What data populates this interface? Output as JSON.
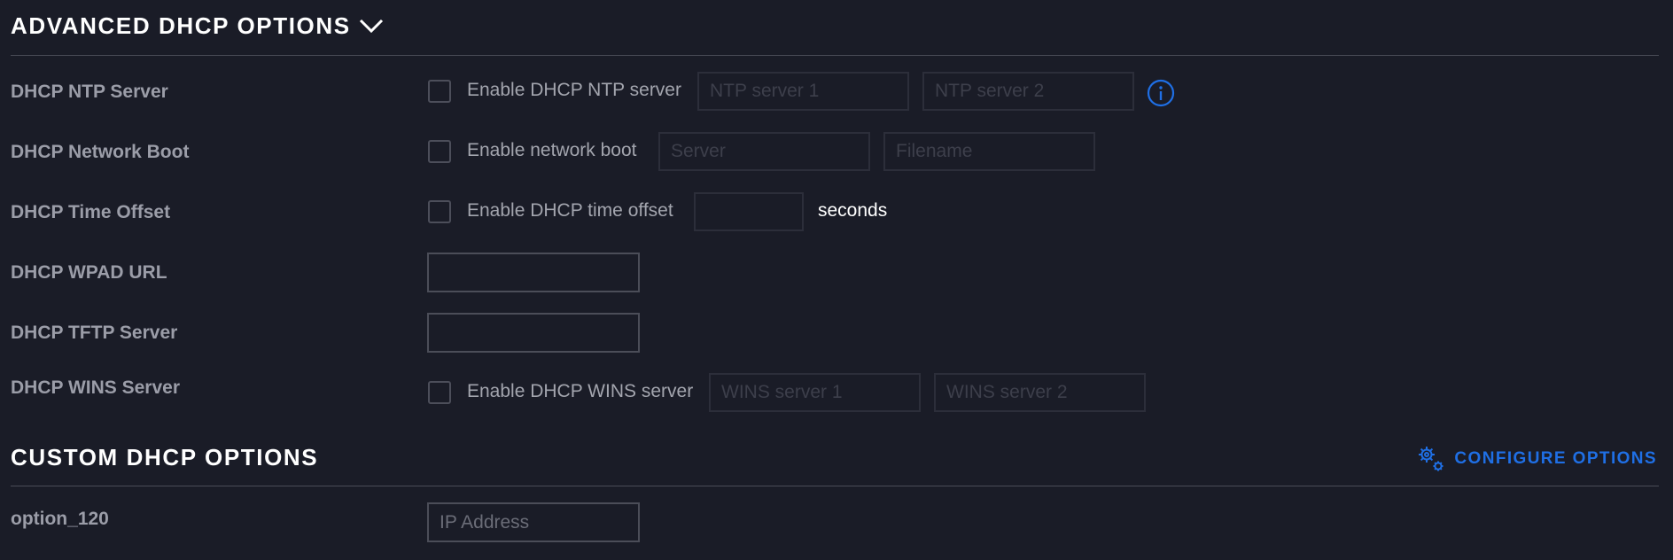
{
  "advanced": {
    "title": "ADVANCED DHCP OPTIONS",
    "rows": {
      "ntp": {
        "label": "DHCP NTP Server",
        "checkbox_label": "Enable DHCP NTP server",
        "field1_placeholder": "NTP server 1",
        "field2_placeholder": "NTP server 2",
        "field1_value": "",
        "field2_value": ""
      },
      "boot": {
        "label": "DHCP Network Boot",
        "checkbox_label": "Enable network boot",
        "field1_placeholder": "Server",
        "field2_placeholder": "Filename",
        "field1_value": "",
        "field2_value": ""
      },
      "time": {
        "label": "DHCP Time Offset",
        "checkbox_label": "Enable DHCP time offset",
        "field_value": "",
        "suffix": "seconds"
      },
      "wpad": {
        "label": "DHCP WPAD URL",
        "field_value": ""
      },
      "tftp": {
        "label": "DHCP TFTP Server",
        "field_value": ""
      },
      "wins": {
        "label": "DHCP WINS Server",
        "checkbox_label": "Enable DHCP WINS server",
        "field1_placeholder": "WINS server 1",
        "field2_placeholder": "WINS server 2",
        "field1_value": "",
        "field2_value": ""
      }
    }
  },
  "custom": {
    "title": "CUSTOM DHCP OPTIONS",
    "configure_label": "CONFIGURE OPTIONS",
    "options": [
      {
        "label": "option_120",
        "placeholder": "IP Address",
        "value": ""
      }
    ]
  },
  "icons": {
    "collapse": "chevron-down-icon",
    "info": "info-icon",
    "configure": "gears-icon"
  },
  "colors": {
    "background": "#1a1c27",
    "accent": "#1f6fe5",
    "title": "#ffffff",
    "label": "#9b9da8"
  }
}
